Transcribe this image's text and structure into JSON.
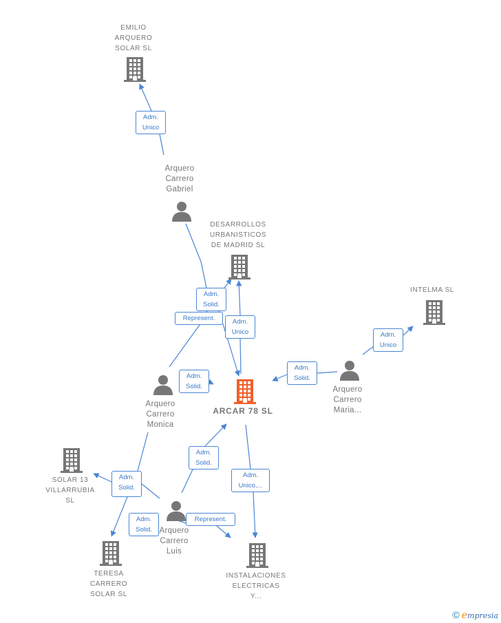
{
  "nodes": {
    "emilio": {
      "label": "EMILIO\nARQUERO\nSOLAR  SL",
      "type": "company"
    },
    "gabriel": {
      "label": "Arquero\nCarrero\nGabriel",
      "type": "person"
    },
    "desarrollos": {
      "label": "DESARROLLOS\nURBANISTICOS\nDE MADRID  SL",
      "type": "company"
    },
    "intelma": {
      "label": "INTELMA  SL",
      "type": "company"
    },
    "arcar": {
      "label": "ARCAR 78  SL",
      "type": "company-main"
    },
    "maria": {
      "label": "Arquero\nCarrero\nMaria...",
      "type": "person"
    },
    "monica": {
      "label": "Arquero\nCarrero\nMonica",
      "type": "person"
    },
    "solar13": {
      "label": "SOLAR 13\nVILLARRUBIA\nSL",
      "type": "company"
    },
    "luis": {
      "label": "Arquero\nCarrero\nLuis",
      "type": "person"
    },
    "teresa": {
      "label": "TERESA\nCARRERO\nSOLAR  SL",
      "type": "company"
    },
    "instalaciones": {
      "label": "INSTALACIONES\nELECTRICAS\nY...",
      "type": "company"
    }
  },
  "relations": [
    {
      "id": "gabriel-emilio",
      "label": "Adm.\nUnico"
    },
    {
      "id": "gabriel-arcar",
      "label": "Adm.\nSolid."
    },
    {
      "id": "monica-desarrollos",
      "label": "Represent."
    },
    {
      "id": "arcar-desarrollos",
      "label": "Adm.\nUnico"
    },
    {
      "id": "maria-intelma",
      "label": "Adm.\nUnico"
    },
    {
      "id": "maria-arcar",
      "label": "Adm.\nSolid."
    },
    {
      "id": "monica-arcar",
      "label": "Adm.\nSolid."
    },
    {
      "id": "luis-arcar",
      "label": "Adm.\nSolid."
    },
    {
      "id": "arcar-instalaciones",
      "label": "Adm.\nUnico,..."
    },
    {
      "id": "luis-solar13",
      "label": "Adm.\nSolid."
    },
    {
      "id": "monica-teresa",
      "label": "Adm.\nSolid."
    },
    {
      "id": "luis-instalaciones",
      "label": "Represent."
    }
  ],
  "colors": {
    "edge": "#4a86d4",
    "icon": "#777777",
    "main_icon": "#f0602c"
  },
  "brand": {
    "symbol": "©",
    "initial": "e",
    "rest": "mpresia"
  }
}
